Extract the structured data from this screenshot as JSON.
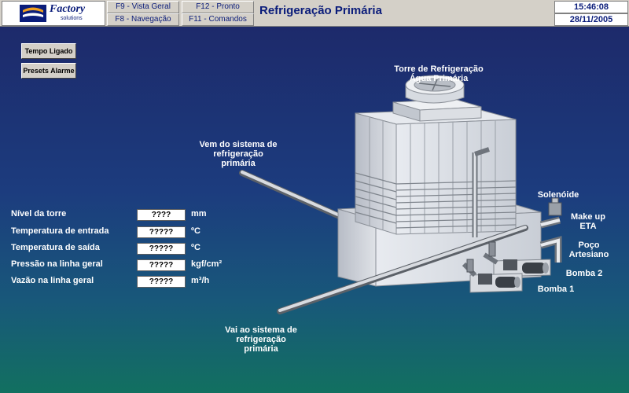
{
  "logo": {
    "brand": "Factory",
    "sub": "solutions"
  },
  "fkeys": {
    "f9": "F9 - Vista Geral",
    "f8": "F8 - Navegação",
    "f12": "F12 - Pronto",
    "f11": "F11 - Comandos"
  },
  "title": "Refrigeração Primária",
  "clock": {
    "time": "15:46:08",
    "date": "28/11/2005"
  },
  "buttons": {
    "tempo": "Tempo Ligado",
    "presets": "Presets Alarme"
  },
  "measurements": [
    {
      "label": "Nível da torre",
      "value": "????",
      "unit": "mm"
    },
    {
      "label": "Temperatura de entrada",
      "value": "?????",
      "unit": "ºC"
    },
    {
      "label": "Temperatura de saída",
      "value": "?????",
      "unit": "ºC"
    },
    {
      "label": "Pressão na linha geral",
      "value": "?????",
      "unit": "kgf/cm²"
    },
    {
      "label": "Vazão na linha geral",
      "value": "?????",
      "unit": "m³/h"
    }
  ],
  "plant_labels": {
    "tower_1": "Torre de Refrigeração",
    "tower_2": "Água Primária",
    "in_1": "Vem do sistema de",
    "in_2": "refrigeração",
    "in_3": "primária",
    "out_1": "Vai ao sistema de",
    "out_2": "refrigeração",
    "out_3": "primária",
    "solenoide": "Solenóide",
    "makeup_1": "Make up",
    "makeup_2": "ETA",
    "poco_1": "Poço",
    "poco_2": "Artesiano",
    "bomba2": "Bomba 2",
    "bomba1": "Bomba 1"
  },
  "colors": {
    "title": "#0a1c7a",
    "panel": "#d4d0c8",
    "bg_top": "#1d2a6b",
    "bg_bottom": "#127060"
  }
}
